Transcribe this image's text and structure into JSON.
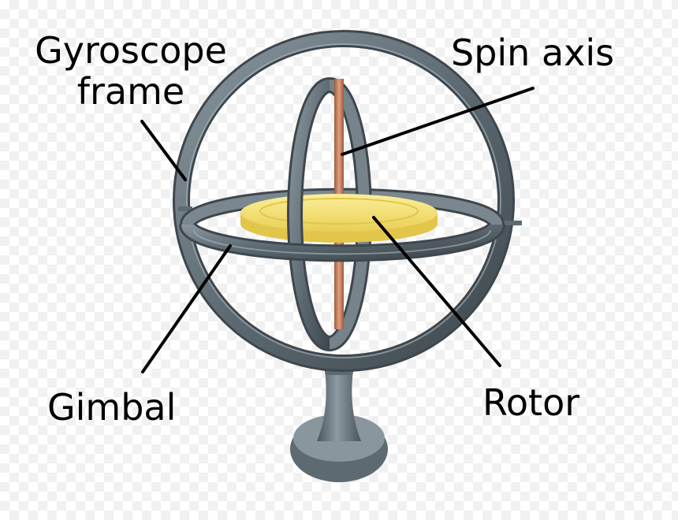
{
  "labels": {
    "frame_line1": "Gyroscope",
    "frame_line2": "frame",
    "spin_axis": "Spin axis",
    "gimbal": "Gimbal",
    "rotor": "Rotor"
  },
  "colors": {
    "metal": "#5d6a72",
    "metal_dark": "#3e474d",
    "metal_light": "#9aa6ae",
    "rotor": "#f7e27a",
    "rotor_edge": "#e2c64a",
    "axle": "#c87a55",
    "leader": "#000000"
  }
}
